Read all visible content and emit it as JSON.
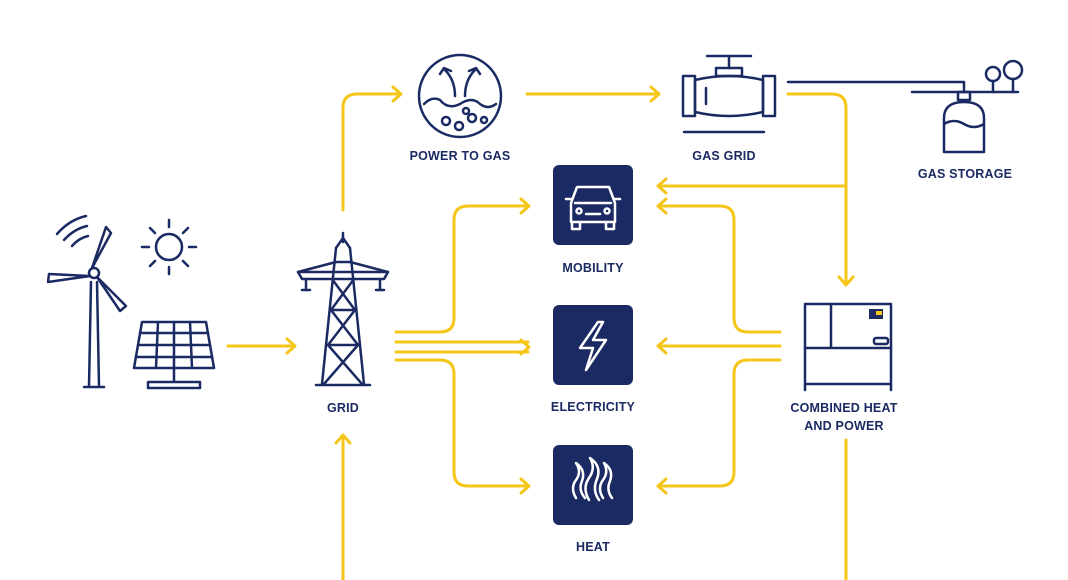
{
  "colors": {
    "navy": "#1b2a63",
    "arrow": "#f5c518",
    "tile_background": "#1b2a63",
    "tile_icon": "#ffffff"
  },
  "nodes": {
    "power_to_gas": {
      "label": "POWER TO GAS",
      "icon": "power-to-gas-icon"
    },
    "gas_grid": {
      "label": "GAS GRID",
      "icon": "pipeline-valve-icon"
    },
    "gas_storage": {
      "label": "GAS STORAGE",
      "icon": "gas-tank-icon"
    },
    "mobility": {
      "label": "MOBILITY",
      "icon": "car-icon"
    },
    "electricity": {
      "label": "ELECTRICITY",
      "icon": "lightning-icon"
    },
    "heat": {
      "label": "HEAT",
      "icon": "flame-icon"
    },
    "grid": {
      "label": "GRID",
      "icon": "transmission-tower-icon"
    },
    "chp": {
      "label_line1": "COMBINED HEAT",
      "label_line2": "AND POWER",
      "icon": "chp-unit-icon"
    },
    "renewables": {
      "icons": [
        "wind-turbine-icon",
        "sun-icon",
        "solar-panel-icon"
      ]
    }
  }
}
